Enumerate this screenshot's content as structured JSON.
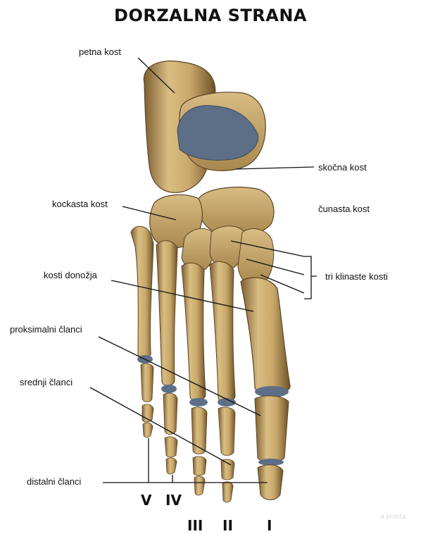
{
  "title": "DORZALNA STRANA",
  "labels": {
    "petna_kost": "petna kost",
    "skocna_kost": "skočna kost",
    "kockasta_kost": "kockasta kost",
    "cunasta_kost": "čunasta kost",
    "kosti_donozja": "kosti donožja",
    "tri_klinaste_kosti": "tri klinaste kosti",
    "proksimalni_clanci": "proksimalni članci",
    "srednji_clanci": "srednji članci",
    "distalni_clanci": "distalni članci"
  },
  "toe_numerals": {
    "V": "V",
    "IV": "IV",
    "III": "III",
    "II": "II",
    "I": "I"
  },
  "watermark": "a.prosta",
  "colors": {
    "bone": "#c9a86a",
    "bone_dark": "#8a6a3a",
    "cartilage": "#5d6f86",
    "line": "#111111"
  }
}
